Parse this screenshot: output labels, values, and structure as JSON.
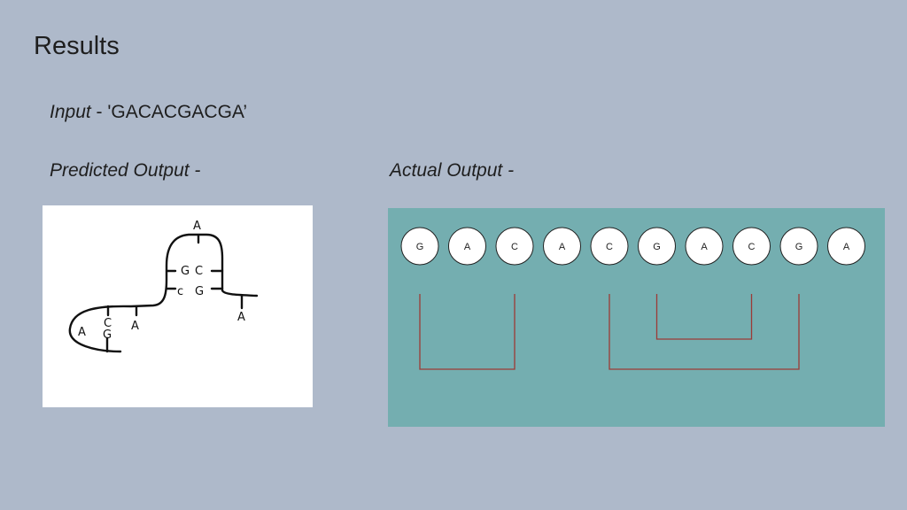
{
  "slide": {
    "title": "Results",
    "input_label": "Input",
    "input_value": " - 'GACACGACGA’",
    "predicted_label": "Predicted Output -",
    "actual_label": "Actual Output -"
  },
  "predicted_sketch": {
    "letters": [
      "A",
      "G",
      "C",
      "c",
      "G",
      "A",
      "A",
      "C",
      "G",
      "A"
    ]
  },
  "actual_output": {
    "sequence": [
      "G",
      "A",
      "C",
      "A",
      "C",
      "G",
      "A",
      "C",
      "G",
      "A"
    ],
    "pairs": [
      [
        0,
        2
      ],
      [
        4,
        8
      ],
      [
        5,
        7
      ]
    ],
    "bracket_depths": [
      1,
      1,
      0.6
    ],
    "colors": {
      "panel": "#74aeb0",
      "node_fill": "#ffffff",
      "node_stroke": "#222222",
      "pair_line": "#9c3b36"
    }
  }
}
